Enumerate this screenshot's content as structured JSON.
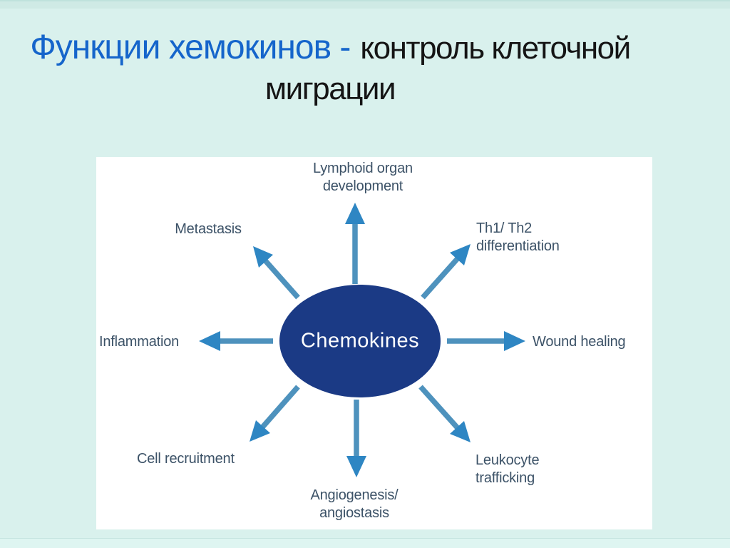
{
  "title": {
    "part_blue": "Функции хемокинов -",
    "part_black_line1": "контроль клеточной",
    "part_black_line2": "миграции"
  },
  "diagram": {
    "center_label": "Chemokines",
    "nodes": [
      {
        "id": "lymphoid-organ-development",
        "line1": "Lymphoid organ",
        "line2": "development",
        "direction": "up"
      },
      {
        "id": "th1-th2-differentiation",
        "line1": "Th1/ Th2",
        "line2": "differentiation",
        "direction": "up-right"
      },
      {
        "id": "wound-healing",
        "line1": "Wound healing",
        "direction": "right"
      },
      {
        "id": "leukocyte-trafficking",
        "line1": "Leukocyte",
        "line2": "trafficking",
        "direction": "down-right"
      },
      {
        "id": "angiogenesis-angiostasis",
        "line1": "Angiogenesis/",
        "line2": "angiostasis",
        "direction": "down"
      },
      {
        "id": "cell-recruitment",
        "line1": "Cell recruitment",
        "direction": "down-left"
      },
      {
        "id": "inflammation",
        "line1": "Inflammation",
        "direction": "left"
      },
      {
        "id": "metastasis",
        "line1": "Metastasis",
        "direction": "up-left"
      }
    ]
  },
  "colors": {
    "background": "#d9f1ed",
    "edge_band": "#cfeae5",
    "card_background": "#ffffff",
    "title_blue": "#1565cb",
    "title_black": "#151515",
    "ellipse_fill": "#1b3a85",
    "ellipse_text": "#ffffff",
    "arrow_shaft": "#4e92bd",
    "arrow_head": "#2e86c3",
    "label_text": "#3c5267"
  }
}
